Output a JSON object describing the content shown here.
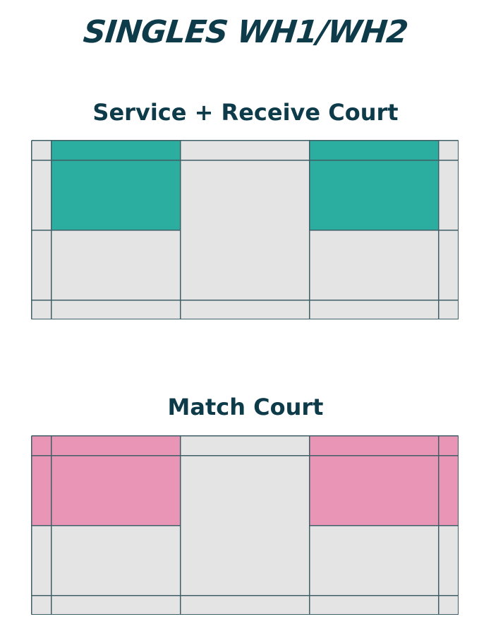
{
  "title": "SINGLES WH1/WH2",
  "colors": {
    "text": "#0e3b4a",
    "court_base": "#e4e4e4",
    "line": "#3f5e66",
    "service_highlight": "#2bae9f",
    "match_highlight": "#e995b5"
  },
  "courts": [
    {
      "label": "Service + Receive Court",
      "highlight_color": "#2bae9f",
      "highlighted_areas": [
        "left-service-box",
        "right-service-box"
      ],
      "includes_side_alleys": false
    },
    {
      "label": "Match Court",
      "highlight_color": "#e995b5",
      "highlighted_areas": [
        "left-front-half",
        "right-front-half"
      ],
      "includes_side_alleys": true
    }
  ]
}
